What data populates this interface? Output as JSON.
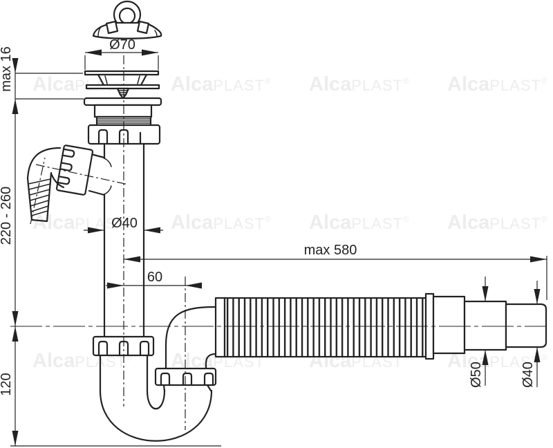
{
  "drawing": {
    "type": "technical-drawing",
    "subject": "sink siphon with flexible hose and washing-machine inlet",
    "colors": {
      "line": "#222222",
      "watermark": "#ededed",
      "background": "#ffffff"
    }
  },
  "watermark": {
    "bold": "Alca",
    "light": "PLAST",
    "reg": "®"
  },
  "dimensions": {
    "drain_diameter": "Ø70",
    "flange_thickness": "max 16",
    "inlet_height_range": "220 - 260",
    "pipe_diameter": "Ø40",
    "hose_max_length": "max 580",
    "outlet_offset": "60",
    "trap_depth": "120",
    "outlet_outer_diameter": "Ø50",
    "outlet_end_diameter": "Ø40"
  }
}
